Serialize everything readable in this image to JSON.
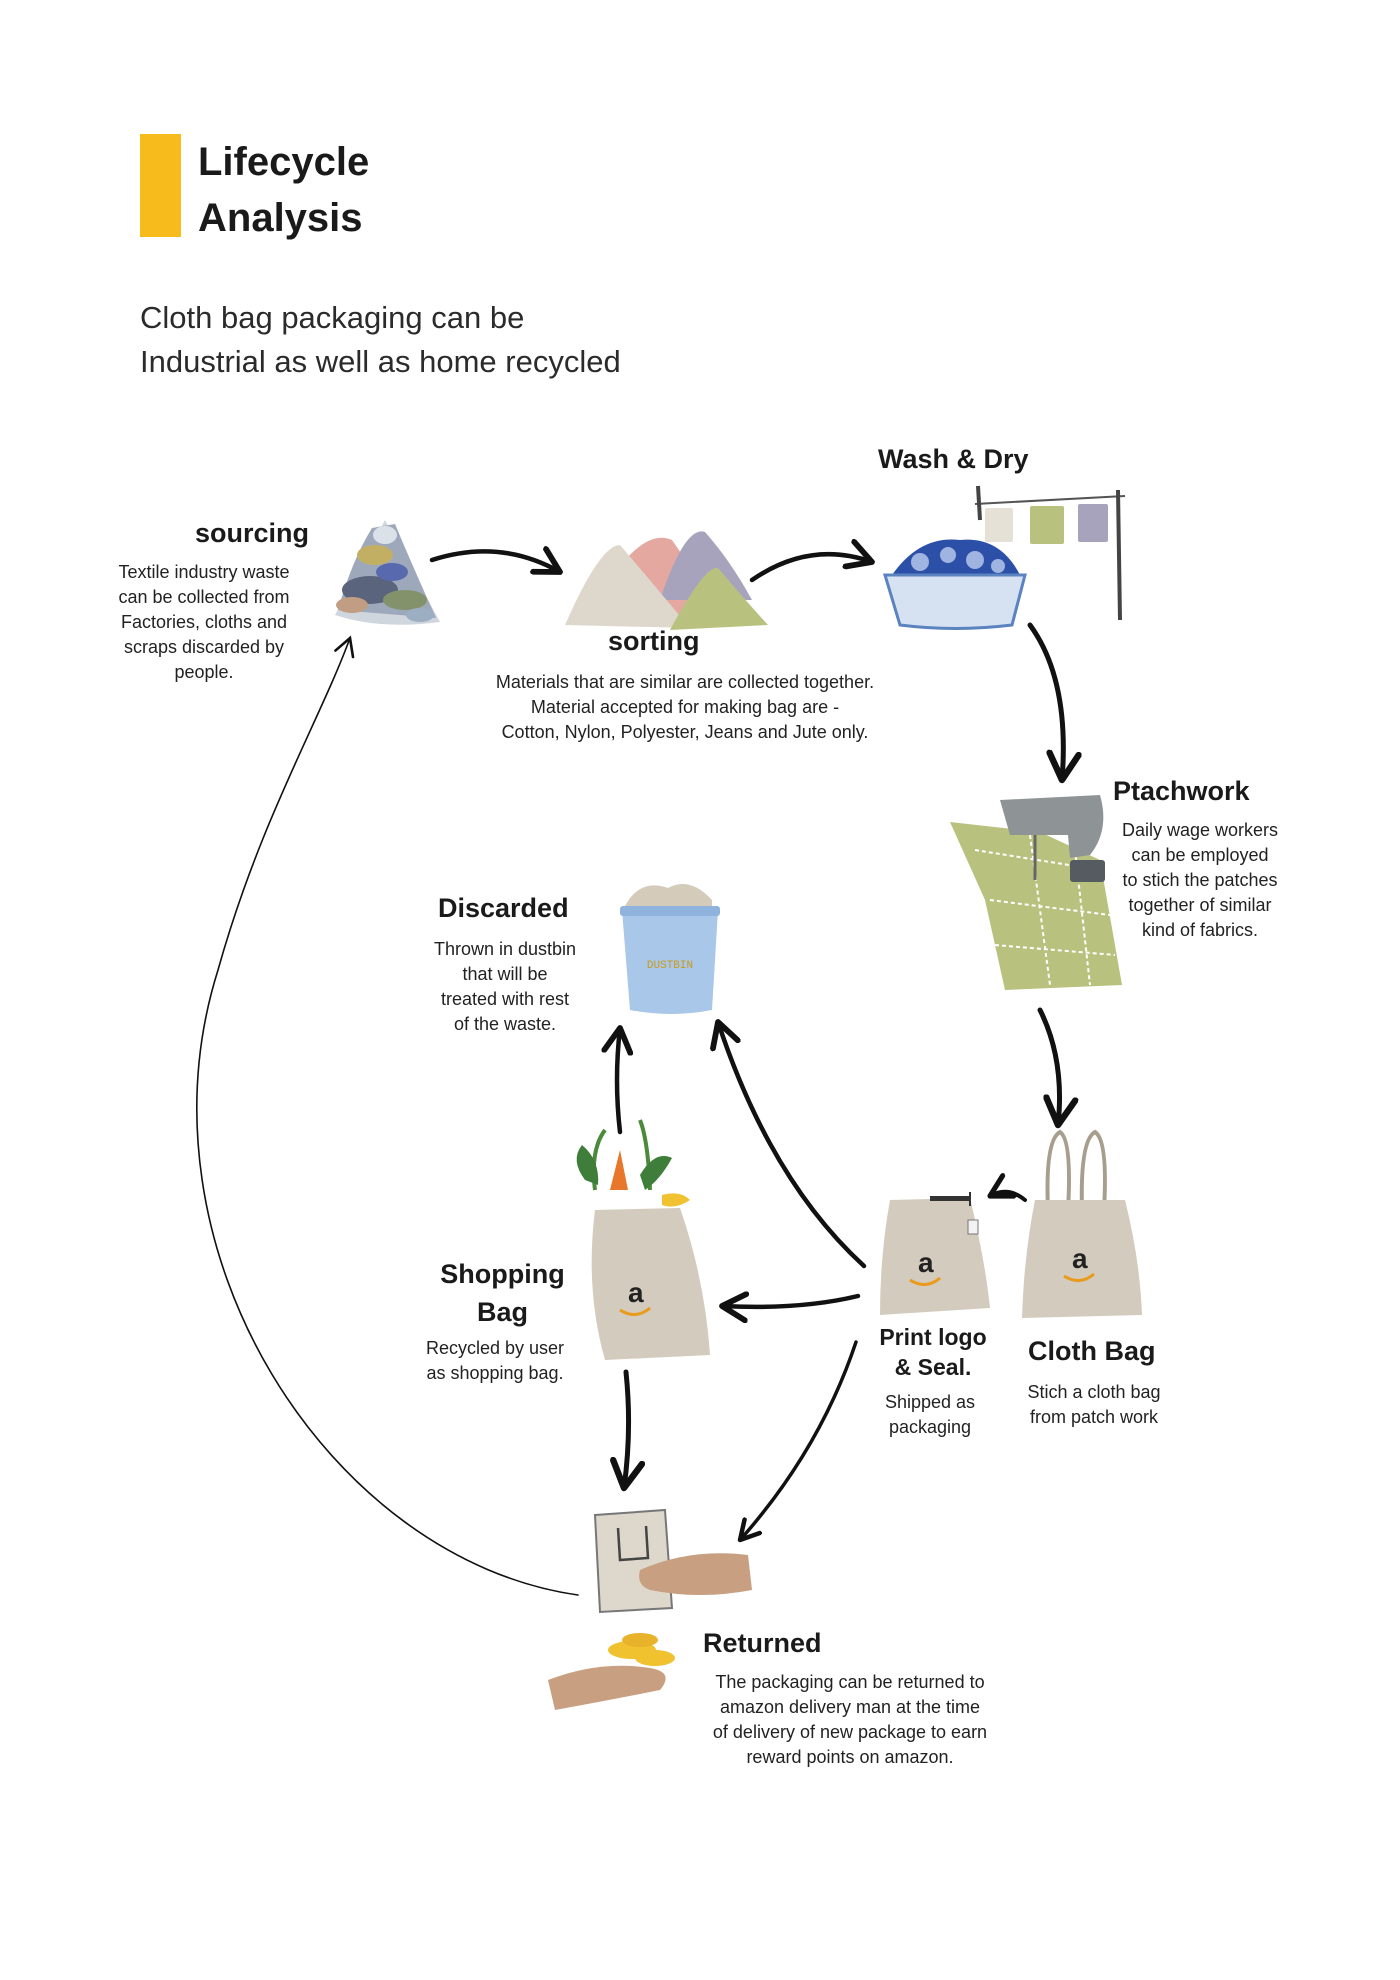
{
  "header": {
    "title_line1": "Lifecycle",
    "title_line2": "Analysis",
    "subtitle_line1": "Cloth bag packaging can be",
    "subtitle_line2": "Industrial as well as home recycled",
    "accent_color": "#F7BC1C"
  },
  "stages": {
    "sourcing": {
      "label": "sourcing",
      "description": [
        "Textile industry waste",
        "can be collected from",
        "Factories, cloths and",
        "scraps discarded by",
        "people."
      ]
    },
    "sorting": {
      "label": "sorting",
      "description": [
        "Materials that are similar are collected together.",
        "Material accepted for making bag are -",
        "Cotton, Nylon, Polyester, Jeans and Jute only."
      ]
    },
    "wash_dry": {
      "label": "Wash & Dry"
    },
    "patchwork": {
      "label": "Ptachwork",
      "description": [
        "Daily wage workers",
        "can be employed",
        "to stich the patches",
        "together of similar",
        "kind of fabrics."
      ]
    },
    "cloth_bag": {
      "label": "Cloth Bag",
      "description": [
        "Stich a cloth bag",
        "from patch work"
      ]
    },
    "print_logo": {
      "label_line1": "Print logo",
      "label_line2": "& Seal.",
      "description": [
        "Shipped as",
        "packaging"
      ]
    },
    "shopping_bag": {
      "label_line1": "Shopping",
      "label_line2": "Bag",
      "description": [
        "Recycled by user",
        "as shopping bag."
      ]
    },
    "discarded": {
      "label": "Discarded",
      "description": [
        "Thrown in dustbin",
        "that will be",
        "treated with rest",
        "of the waste."
      ],
      "bin_text": "DUSTBIN"
    },
    "returned": {
      "label": "Returned",
      "description": [
        "The packaging can be returned  to",
        "amazon delivery man at the time",
        "of delivery of new package to earn",
        "reward points on amazon."
      ]
    }
  },
  "bag_logo": "a"
}
